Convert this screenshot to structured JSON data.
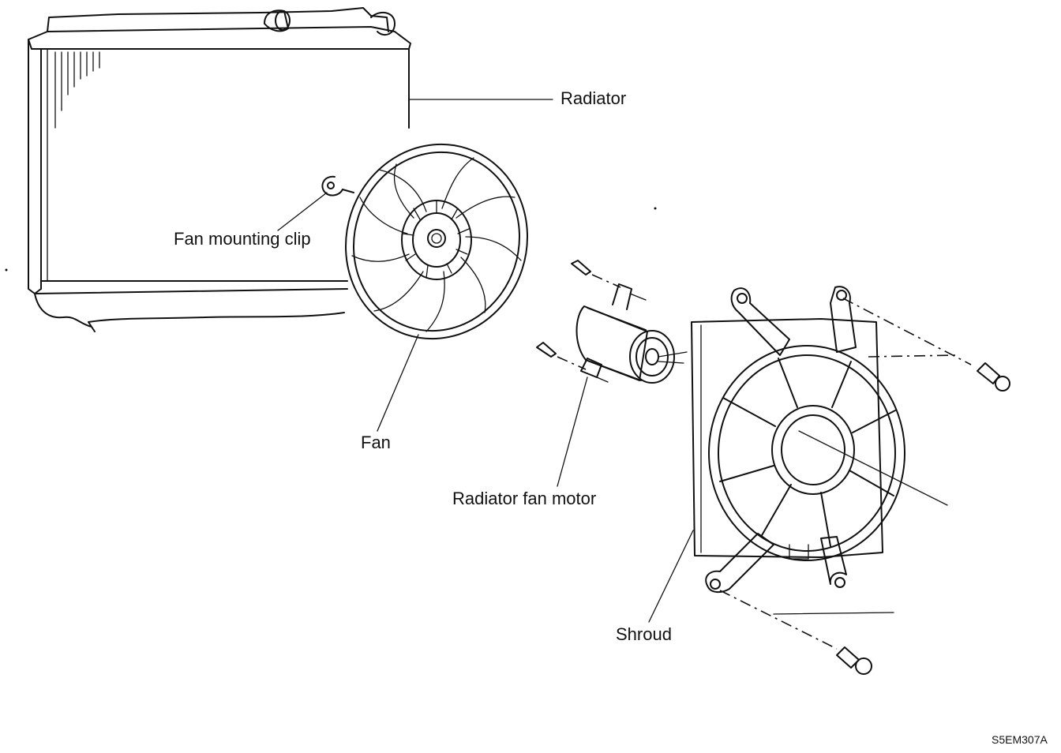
{
  "labels": {
    "radiator": "Radiator",
    "fan_mounting_clip": "Fan mounting clip",
    "fan": "Fan",
    "radiator_fan_motor": "Radiator fan motor",
    "shroud": "Shroud",
    "figure_code": "S5EM307A"
  },
  "colors": {
    "ink": "#111111",
    "background": "#ffffff"
  }
}
